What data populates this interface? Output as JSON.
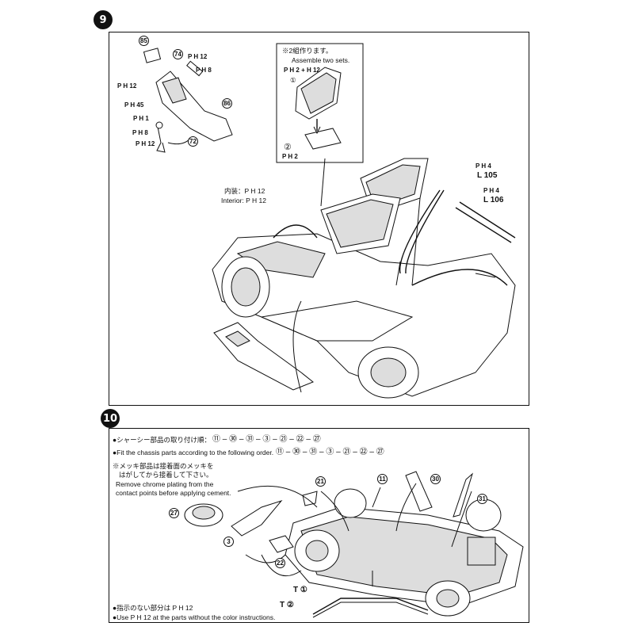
{
  "step9": {
    "number": "9",
    "inset_note": {
      "jp": "※2組作ります。",
      "en": "Assemble two sets.",
      "part1_code": "P H 2 + H 12",
      "part1": "① ",
      "part2": "②",
      "part2_code": "P H 2"
    },
    "console_labels": {
      "p85": "85",
      "p74": "74",
      "p86": "86",
      "p72": "72",
      "code_12a": "P H 12",
      "code_8a": "P H 8",
      "code_45": "P H 45",
      "code_1": "P H 1",
      "code_8b": "P H 8",
      "code_12b": "P H 12",
      "code_12c": "P H 12"
    },
    "interior_note_jp": "内装：P H 12",
    "interior_note_en": "Interior: P H 12",
    "rollbar": {
      "code_a": "P H 4",
      "label_a": "L 105",
      "code_b": "P H 4",
      "label_b": "L 106"
    }
  },
  "step10": {
    "number": "10",
    "order_jp": "●シャーシー部品の取り付け順：",
    "order_en": "●Fit the chassis parts according to the following order.",
    "order_seq": "⑪ – ㉚ – ㉛ – ③ – ㉑ – ㉒ – ㉗",
    "chrome_jp1": "※メッキ部品は接着面のメッキを",
    "chrome_jp2": "はがしてから接着して下さい。",
    "chrome_en1": "Remove chrome plating from the",
    "chrome_en2": "contact points before applying cement.",
    "parts": {
      "p21": "21",
      "p11": "11",
      "p30": "30",
      "p31": "31",
      "p27": "27",
      "p3": "3",
      "p22": "22",
      "t1": "T ①",
      "t2": "T ②"
    },
    "footer_jp": "●指示のない部分は P H 12",
    "footer_en": "●Use P H 12 at the parts without the color instructions."
  }
}
